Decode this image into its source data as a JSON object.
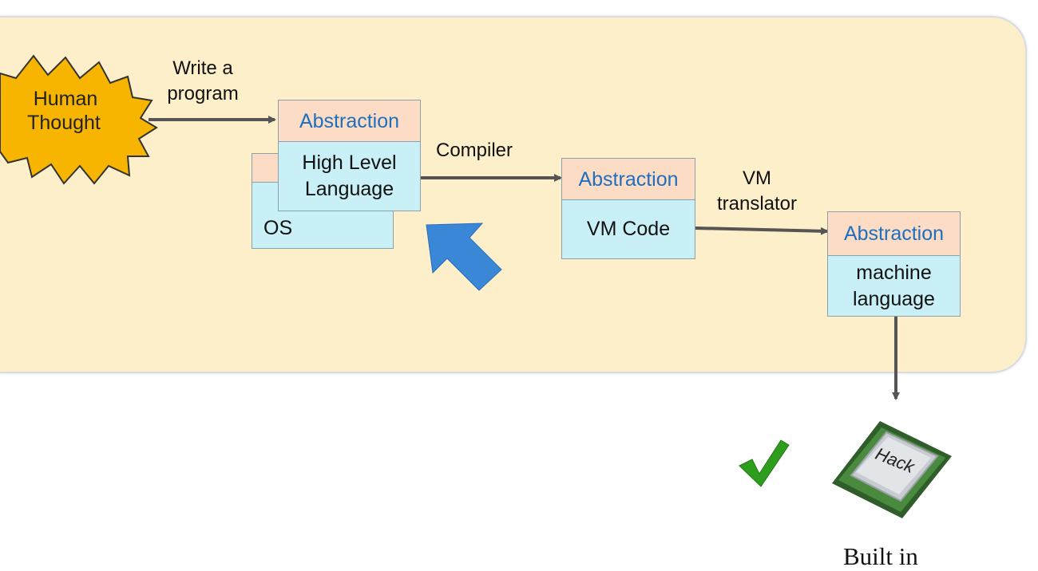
{
  "thought": {
    "line1": "Human",
    "line2": "Thought"
  },
  "arrows": {
    "write_line1": "Write a",
    "write_line2": "program",
    "compiler": "Compiler",
    "vm_line1": "VM",
    "vm_line2": "translator"
  },
  "boxes": {
    "high_level": {
      "header": "Abstraction",
      "line1": "High Level",
      "line2": "Language"
    },
    "os": {
      "label": "OS"
    },
    "vm_code": {
      "header": "Abstraction",
      "body": "VM Code"
    },
    "machine": {
      "header": "Abstraction",
      "line1": "machine",
      "line2": "language"
    }
  },
  "chip": {
    "text": "Hack"
  },
  "footer": {
    "built_in": "Built in"
  },
  "colors": {
    "panel_background": "#fdefc9",
    "box_header": "#fcdcc4",
    "box_body": "#c8f0f6",
    "header_text": "#1f6fbf",
    "starburst": "#f7b500",
    "pointer_arrow": "#3a87d8",
    "checkmark": "#2e9d1e"
  },
  "icons": {
    "pointer": "big-blue-arrow-icon",
    "check": "checkmark-icon",
    "chip": "cpu-chip-icon"
  }
}
